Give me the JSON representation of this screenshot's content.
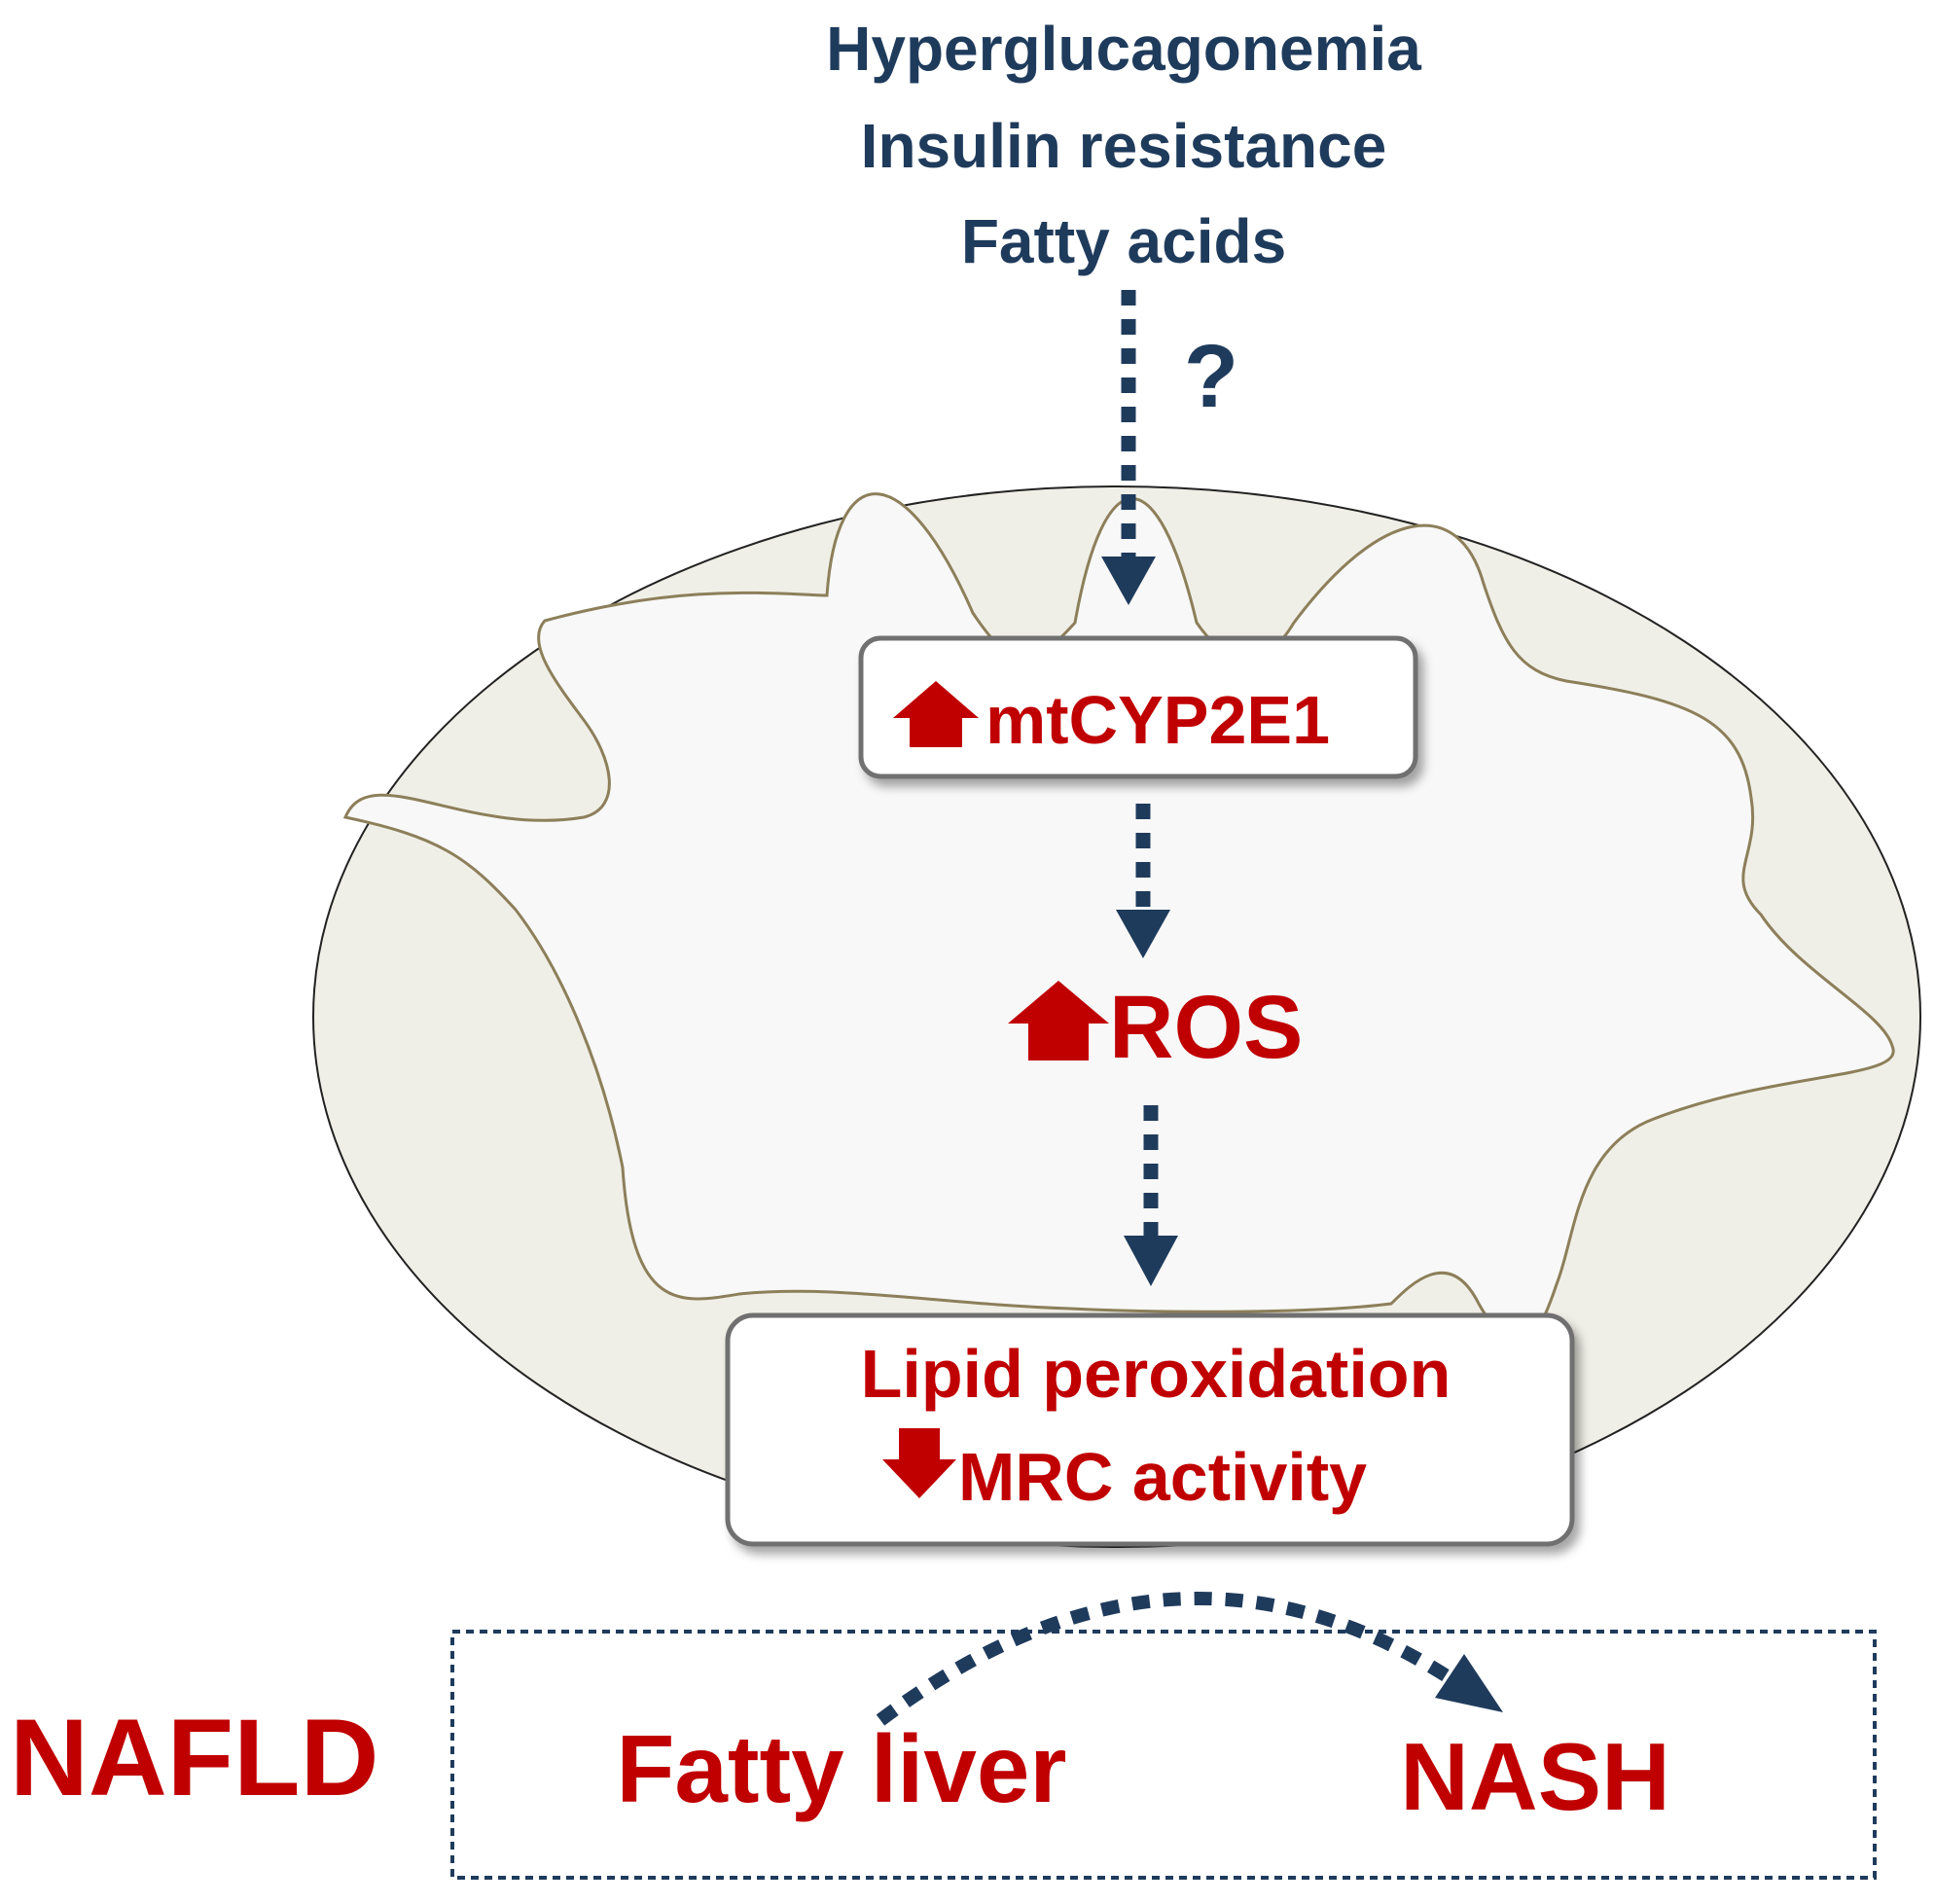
{
  "colors": {
    "navy": "#1f3b5c",
    "red": "#c00000",
    "mito_outer_fill": "#f0efe7",
    "mito_inner_fill": "#f8f8f8",
    "crista_stroke": "#8c7f5a",
    "box_border": "#707070"
  },
  "inputs": {
    "line1": "Hyperglucagonemia",
    "line2": "Insulin resistance",
    "line3": "Fatty acids"
  },
  "question_mark": "?",
  "mtcyp2e1": {
    "label": "mtCYP2E1",
    "direction_icon": "up-arrow-icon"
  },
  "ros": {
    "label": "ROS",
    "direction_icon": "up-arrow-icon"
  },
  "outcome": {
    "line1": "Lipid peroxidation",
    "line2": "MRC activity",
    "line2_icon": "down-arrow-icon"
  },
  "nafld": {
    "label": "NAFLD",
    "stage1": "Fatty liver",
    "stage2": "NASH"
  }
}
